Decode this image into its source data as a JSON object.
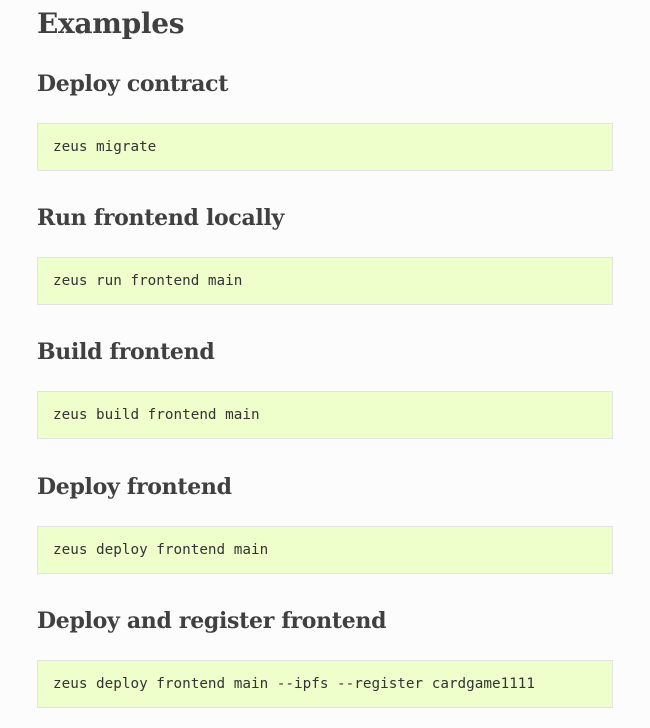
{
  "page": {
    "title": "Examples"
  },
  "sections": [
    {
      "heading": "Deploy contract",
      "code": "zeus migrate"
    },
    {
      "heading": "Run frontend locally",
      "code": "zeus run frontend main"
    },
    {
      "heading": "Build frontend",
      "code": "zeus build frontend main"
    },
    {
      "heading": "Deploy frontend",
      "code": "zeus deploy frontend main"
    },
    {
      "heading": "Deploy and register frontend",
      "code": "zeus deploy frontend main --ipfs --register cardgame1111"
    }
  ],
  "colors": {
    "heading_text": "#404040",
    "code_background": "#eeffcc",
    "code_border": "#e1e4e5",
    "page_background": "#fcfcfc"
  }
}
